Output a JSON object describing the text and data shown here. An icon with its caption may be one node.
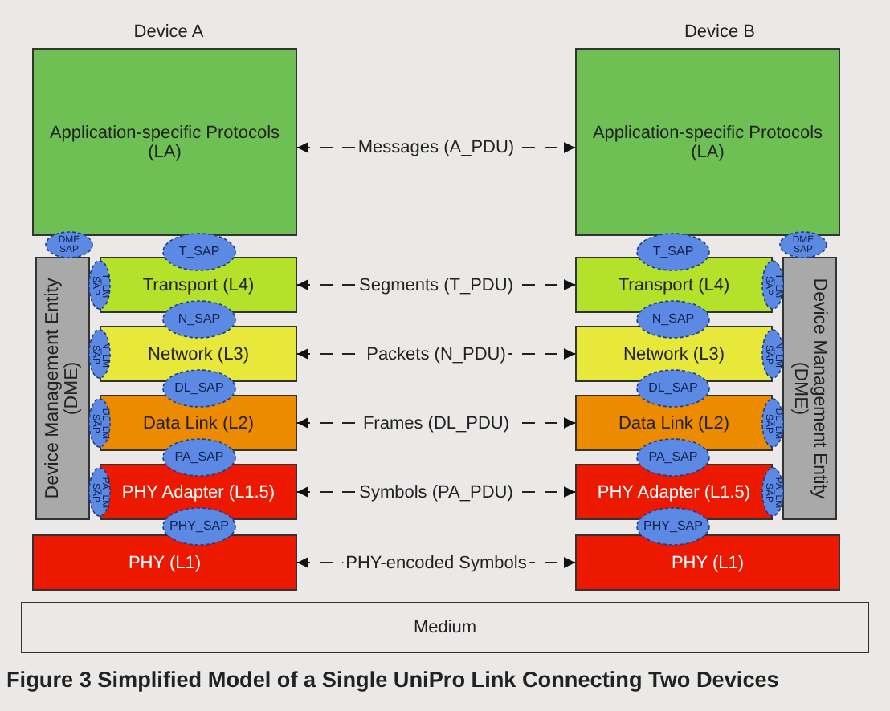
{
  "diagram": {
    "caption": "Figure 3 Simplified Model of a Single UniPro Link Connecting Two Devices",
    "nodes": [
      {
        "text": [
          "Application-specific Protocols (LA)"
        ]
      },
      {
        "text": [
          "DME SAP"
        ]
      },
      {
        "text": [
          "T_SAP"
        ]
      },
      {
        "text": [
          "Device Management Entity (DME)"
        ]
      },
      {
        "text": [
          "T_LM SAP"
        ]
      },
      {
        "text": [
          "Transport (L4)"
        ]
      },
      {
        "text": [
          "N_SAP"
        ]
      },
      {
        "text": [
          "N_LM SAP"
        ]
      },
      {
        "text": [
          "Network (L3)"
        ]
      },
      {
        "text": [
          "DL_SAP"
        ]
      },
      {
        "text": [
          "DL_LM SAP"
        ]
      },
      {
        "text": [
          "Data Link (L2)"
        ]
      },
      {
        "text": [
          "PA_SAP"
        ]
      },
      {
        "text": [
          "PA_LM SAP"
        ]
      },
      {
        "text": [
          "PHY Adapter (L1.5)"
        ]
      },
      {
        "text": [
          "PHY_SAP"
        ]
      },
      {
        "text": [
          "PHY (L1)"
        ]
      },
      {
        "text": [
          "Application-specific Protocols (LA)"
        ]
      },
      {
        "text": [
          "DME SAP"
        ]
      },
      {
        "text": [
          "T_SAP"
        ]
      },
      {
        "text": [
          "Device Management Entity (DME)"
        ]
      },
      {
        "text": [
          "T_LM SAP"
        ]
      },
      {
        "text": [
          "Transport (L4)"
        ]
      },
      {
        "text": [
          "N_SAP"
        ]
      },
      {
        "text": [
          "N_LM SAP"
        ]
      },
      {
        "text": [
          "Network (L3)"
        ]
      },
      {
        "text": [
          "DL_SAP"
        ]
      },
      {
        "text": [
          "DL_LM SAP"
        ]
      },
      {
        "text": [
          "Data Link (L2)"
        ]
      },
      {
        "text": [
          "PA_SAP"
        ]
      },
      {
        "text": [
          "PA_LM SAP"
        ]
      },
      {
        "text": [
          "PHY Adapter (L1.5)"
        ]
      },
      {
        "text": [
          "PHY_SAP"
        ]
      },
      {
        "text": [
          "PHY (L1)"
        ]
      },
      {
        "text": [
          "Medium"
        ]
      }
    ],
    "edges": [
      {
        "from": 0,
        "to": 17,
        "arrow": "both",
        "style": "dashed",
        "label": "Messages (A_PDU)"
      },
      {
        "from": 5,
        "to": 22,
        "arrow": "both",
        "style": "dashed",
        "label": "Segments (T_PDU)"
      },
      {
        "from": 8,
        "to": 25,
        "arrow": "both",
        "style": "dashed",
        "label": "Packets (N_PDU)"
      },
      {
        "from": 11,
        "to": 28,
        "arrow": "both",
        "style": "dashed",
        "label": "Frames (DL_PDU)"
      },
      {
        "from": 14,
        "to": 31,
        "arrow": "both",
        "style": "dashed",
        "label": "Symbols (PA_PDU)"
      },
      {
        "from": 16,
        "to": 33,
        "arrow": "both",
        "style": "dashed",
        "label": "PHY-encoded Symbols"
      }
    ],
    "labels": [
      "Device A",
      "Device B"
    ]
  }
}
